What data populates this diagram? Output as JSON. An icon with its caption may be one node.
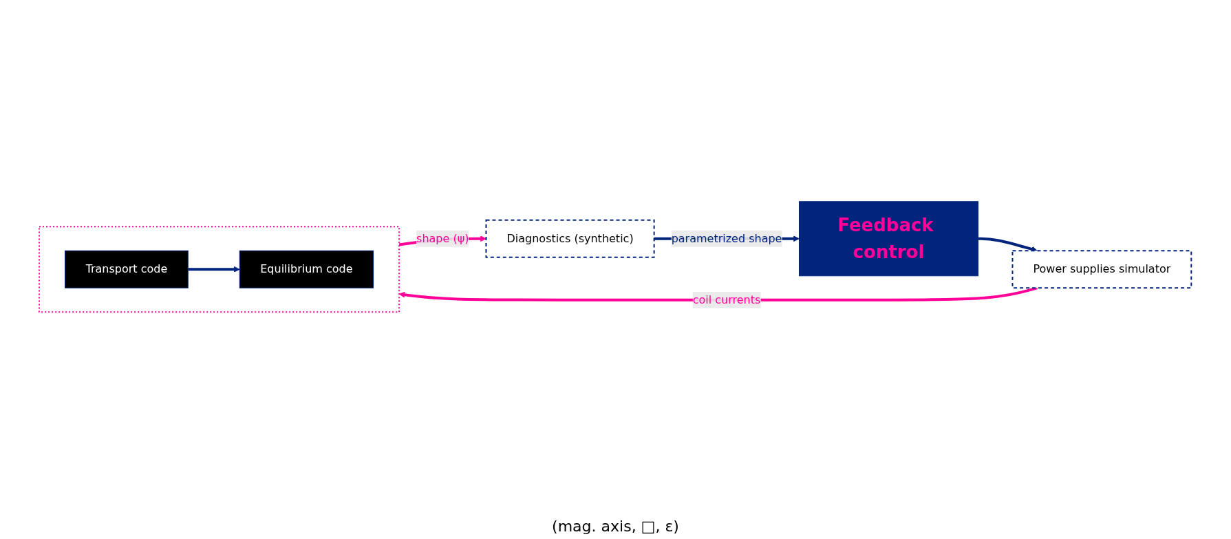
{
  "diagram": {
    "nodes": [
      {
        "text": [
          "Power supplies simulator"
        ]
      },
      {
        "text": [],
        "shape": "box"
      },
      {
        "text": [
          "Transport code"
        ],
        "in": 1
      },
      {
        "text": [
          "Equilibrium code"
        ],
        "in": 1
      },
      {
        "text": [
          "Diagnostics (synthetic)"
        ]
      },
      {
        "text": [
          "Feedback control"
        ]
      }
    ],
    "edges": [
      {
        "from": 0,
        "to": 1,
        "arrow": "to",
        "label": "coil currents",
        "color": "#ff0099"
      },
      {
        "from": 2,
        "to": 3,
        "arrow": "to"
      },
      {
        "from": 1,
        "to": 4,
        "arrow": "to",
        "label": "shape (ψ)",
        "color": "#ff0099"
      },
      {
        "from": 4,
        "to": 5,
        "arrow": "to",
        "label": "parametrized shape"
      },
      {
        "from": 5,
        "to": 0,
        "arrow": "to"
      }
    ],
    "labels": [
      "(mag. axis, □, ε)"
    ]
  }
}
